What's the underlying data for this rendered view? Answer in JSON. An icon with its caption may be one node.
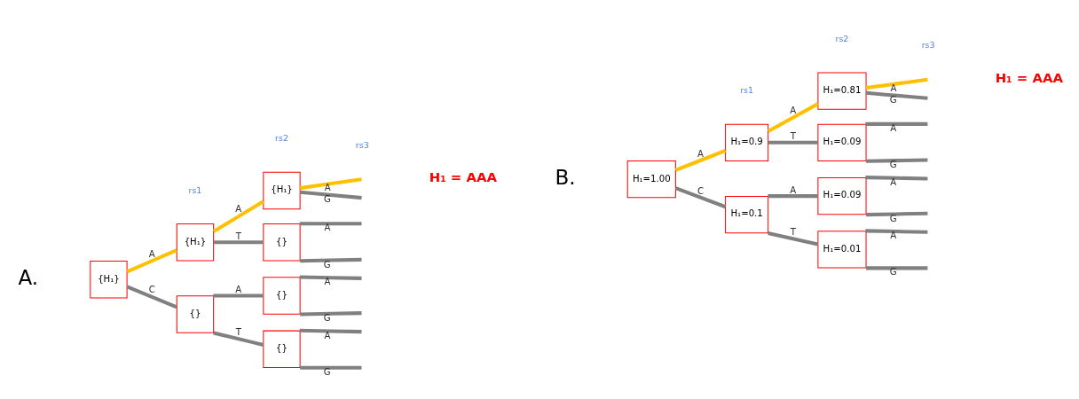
{
  "diagram": {
    "nodes": [
      {
        "text": [
          "{H₁}"
        ]
      },
      {
        "text": [
          "{H₁}"
        ]
      },
      {
        "text": [
          "{}"
        ]
      },
      {
        "text": [
          "{H₁}"
        ]
      },
      {
        "text": [
          "{}"
        ]
      },
      {
        "text": [
          "{}"
        ]
      },
      {
        "text": [
          "{}"
        ]
      },
      {
        "text": [
          "H₁=1.00"
        ]
      },
      {
        "text": [
          "H₁=0.9"
        ]
      },
      {
        "text": [
          "H₁=0.1"
        ]
      },
      {
        "text": [
          "H₁=0.81"
        ]
      },
      {
        "text": [
          "H₁=0.09"
        ]
      },
      {
        "text": [
          "H₁=0.09"
        ]
      },
      {
        "text": [
          "H₁=0.01"
        ]
      }
    ],
    "edges": [
      {
        "from": 0,
        "to": 1,
        "arrow": "none",
        "label": "A",
        "color": "#ffc000"
      },
      {
        "from": 0,
        "to": 2,
        "arrow": "none",
        "label": "C"
      },
      {
        "from": 1,
        "to": 3,
        "arrow": "none",
        "label": "A",
        "color": "#ffc000"
      },
      {
        "from": 1,
        "to": 4,
        "arrow": "none",
        "label": "T"
      },
      {
        "from": 2,
        "to": 5,
        "arrow": "none",
        "label": "A"
      },
      {
        "from": 2,
        "to": 6,
        "arrow": "none",
        "label": "T"
      },
      {
        "from": 3,
        "to": null,
        "arrow": "none",
        "label": "A",
        "color": "#ffc000"
      },
      {
        "from": 3,
        "to": null,
        "arrow": "none",
        "label": "G"
      },
      {
        "from": 4,
        "to": null,
        "arrow": "none",
        "label": "A"
      },
      {
        "from": 4,
        "to": null,
        "arrow": "none",
        "label": "G"
      },
      {
        "from": 5,
        "to": null,
        "arrow": "none",
        "label": "A"
      },
      {
        "from": 5,
        "to": null,
        "arrow": "none",
        "label": "G"
      },
      {
        "from": 6,
        "to": null,
        "arrow": "none",
        "label": "A"
      },
      {
        "from": 6,
        "to": null,
        "arrow": "none",
        "label": "G"
      },
      {
        "from": 7,
        "to": 8,
        "arrow": "none",
        "label": "A",
        "color": "#ffc000"
      },
      {
        "from": 7,
        "to": 9,
        "arrow": "none",
        "label": "C"
      },
      {
        "from": 8,
        "to": 10,
        "arrow": "none",
        "label": "A",
        "color": "#ffc000"
      },
      {
        "from": 8,
        "to": 11,
        "arrow": "none",
        "label": "T"
      },
      {
        "from": 9,
        "to": 12,
        "arrow": "none",
        "label": "A"
      },
      {
        "from": 9,
        "to": 13,
        "arrow": "none",
        "label": "T"
      },
      {
        "from": 10,
        "to": null,
        "arrow": "none",
        "label": "A",
        "color": "#ffc000"
      },
      {
        "from": 10,
        "to": null,
        "arrow": "none",
        "label": "G"
      },
      {
        "from": 11,
        "to": null,
        "arrow": "none",
        "label": "A"
      },
      {
        "from": 11,
        "to": null,
        "arrow": "none",
        "label": "G"
      },
      {
        "from": 12,
        "to": null,
        "arrow": "none",
        "label": "A"
      },
      {
        "from": 12,
        "to": null,
        "arrow": "none",
        "label": "G"
      },
      {
        "from": 13,
        "to": null,
        "arrow": "none",
        "label": "A"
      },
      {
        "from": 13,
        "to": null,
        "arrow": "none",
        "label": "G"
      }
    ],
    "labels": [
      "A.",
      "rs1",
      "rs2",
      "rs3",
      "H₁ = AAA",
      "B.",
      "rs1",
      "rs2",
      "rs3",
      "H₁ = AAA"
    ]
  }
}
